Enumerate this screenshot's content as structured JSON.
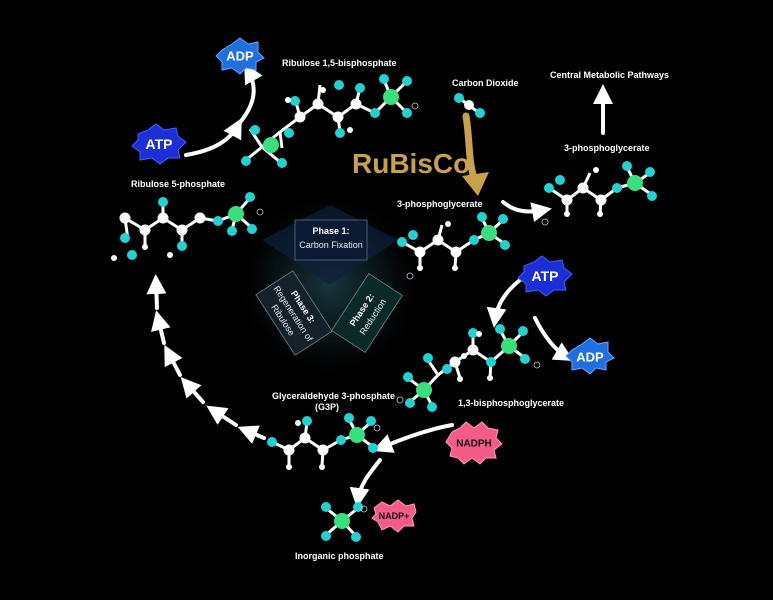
{
  "labels": {
    "rubp": "Ribulose 1,5-bisphosphate",
    "co2": "Carbon Dioxide",
    "central": "Central Metabolic Pathways",
    "pga_top": "3-phosphoglycerate",
    "pga_mid": "3-phosphoglycerate",
    "r5p": "Ribulose 5-phosphate",
    "bpg": "1,3-bisphosphoglycerate",
    "g3p_line1": "Glyceraldehyde 3-phosphate",
    "g3p_line2": "(G3P)",
    "pi": "Inorganic phosphate"
  },
  "enzyme": "RuBisCo",
  "badges": {
    "adp_top": "ADP",
    "atp_left": "ATP",
    "atp_right": "ATP",
    "adp_right": "ADP",
    "nadph": "NADPH",
    "nadp": "NADP+"
  },
  "phases": {
    "p1": {
      "title": "Phase 1:",
      "sub": "Carbon Fixation"
    },
    "p2": {
      "title": "Phase 2:",
      "sub": "Reduction"
    },
    "p3": {
      "title": "Phase 3:",
      "sub1": "Regeneration of",
      "sub2": "Ribulose"
    }
  },
  "colors": {
    "background": "#000000",
    "carbon": "#ffffff",
    "oxygen": "#1fd3d3",
    "phosphorus": "#36e07a",
    "atp_adp_badge": "#1e6fe0",
    "nadph_badge": "#f45b86",
    "rubisco": "#c8a24a"
  }
}
